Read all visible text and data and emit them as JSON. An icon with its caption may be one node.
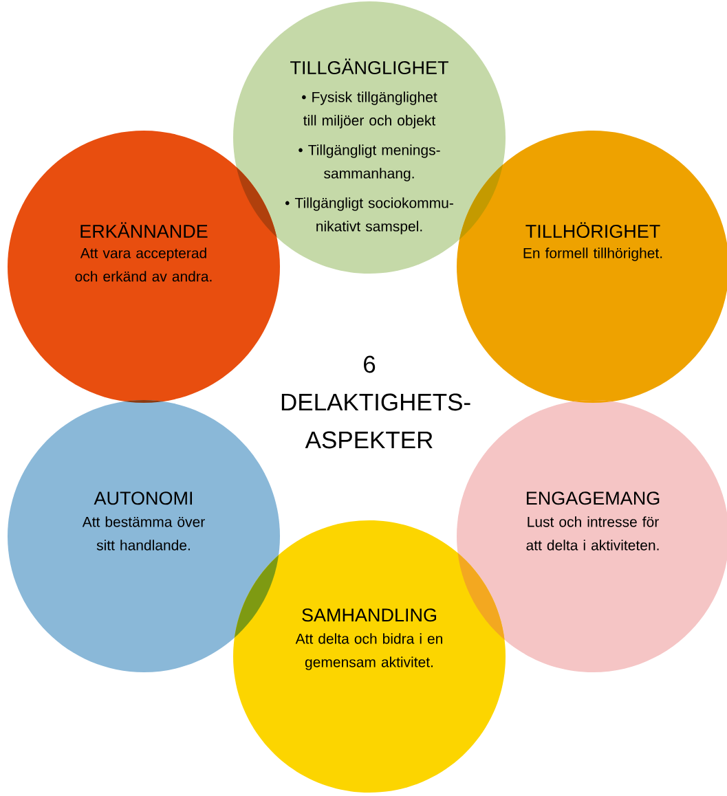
{
  "diagram": {
    "nodes": [
      {
        "text": [
          "TILLGÄNGLIGHET",
          "• Fysisk tillgänglighet till miljöer och objekt",
          "• Tillgängligt menings-sammanhang.",
          "• Tillgängligt sociokommu-nikativt samspel."
        ]
      },
      {
        "text": [
          "ERKÄNNANDE",
          "Att vara accepterad och erkänd av andra."
        ]
      },
      {
        "text": [
          "TILLHÖRIGHET",
          "En formell tillhörighet."
        ]
      },
      {
        "text": [
          "AUTONOMI",
          "Att bestämma över sitt handlande."
        ]
      },
      {
        "text": [
          "ENGAGEMANG",
          "Lust och intresse för att delta i aktiviteten."
        ]
      },
      {
        "text": [
          "SAMHANDLING",
          "Att delta och bidra i en gemensam aktivitet."
        ]
      }
    ],
    "labels": [
      "6 DELAKTIGHETS-ASPEKTER"
    ]
  }
}
